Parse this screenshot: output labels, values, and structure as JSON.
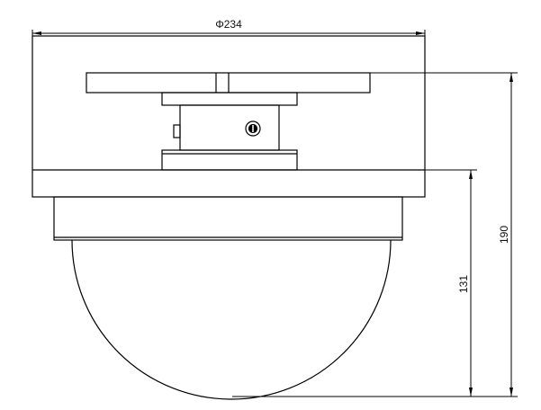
{
  "drawing": {
    "line_color": "#000000",
    "background_color": "#ffffff"
  },
  "dimensions": {
    "diameter": "Φ234",
    "total_height": "190",
    "dome_height": "131"
  }
}
